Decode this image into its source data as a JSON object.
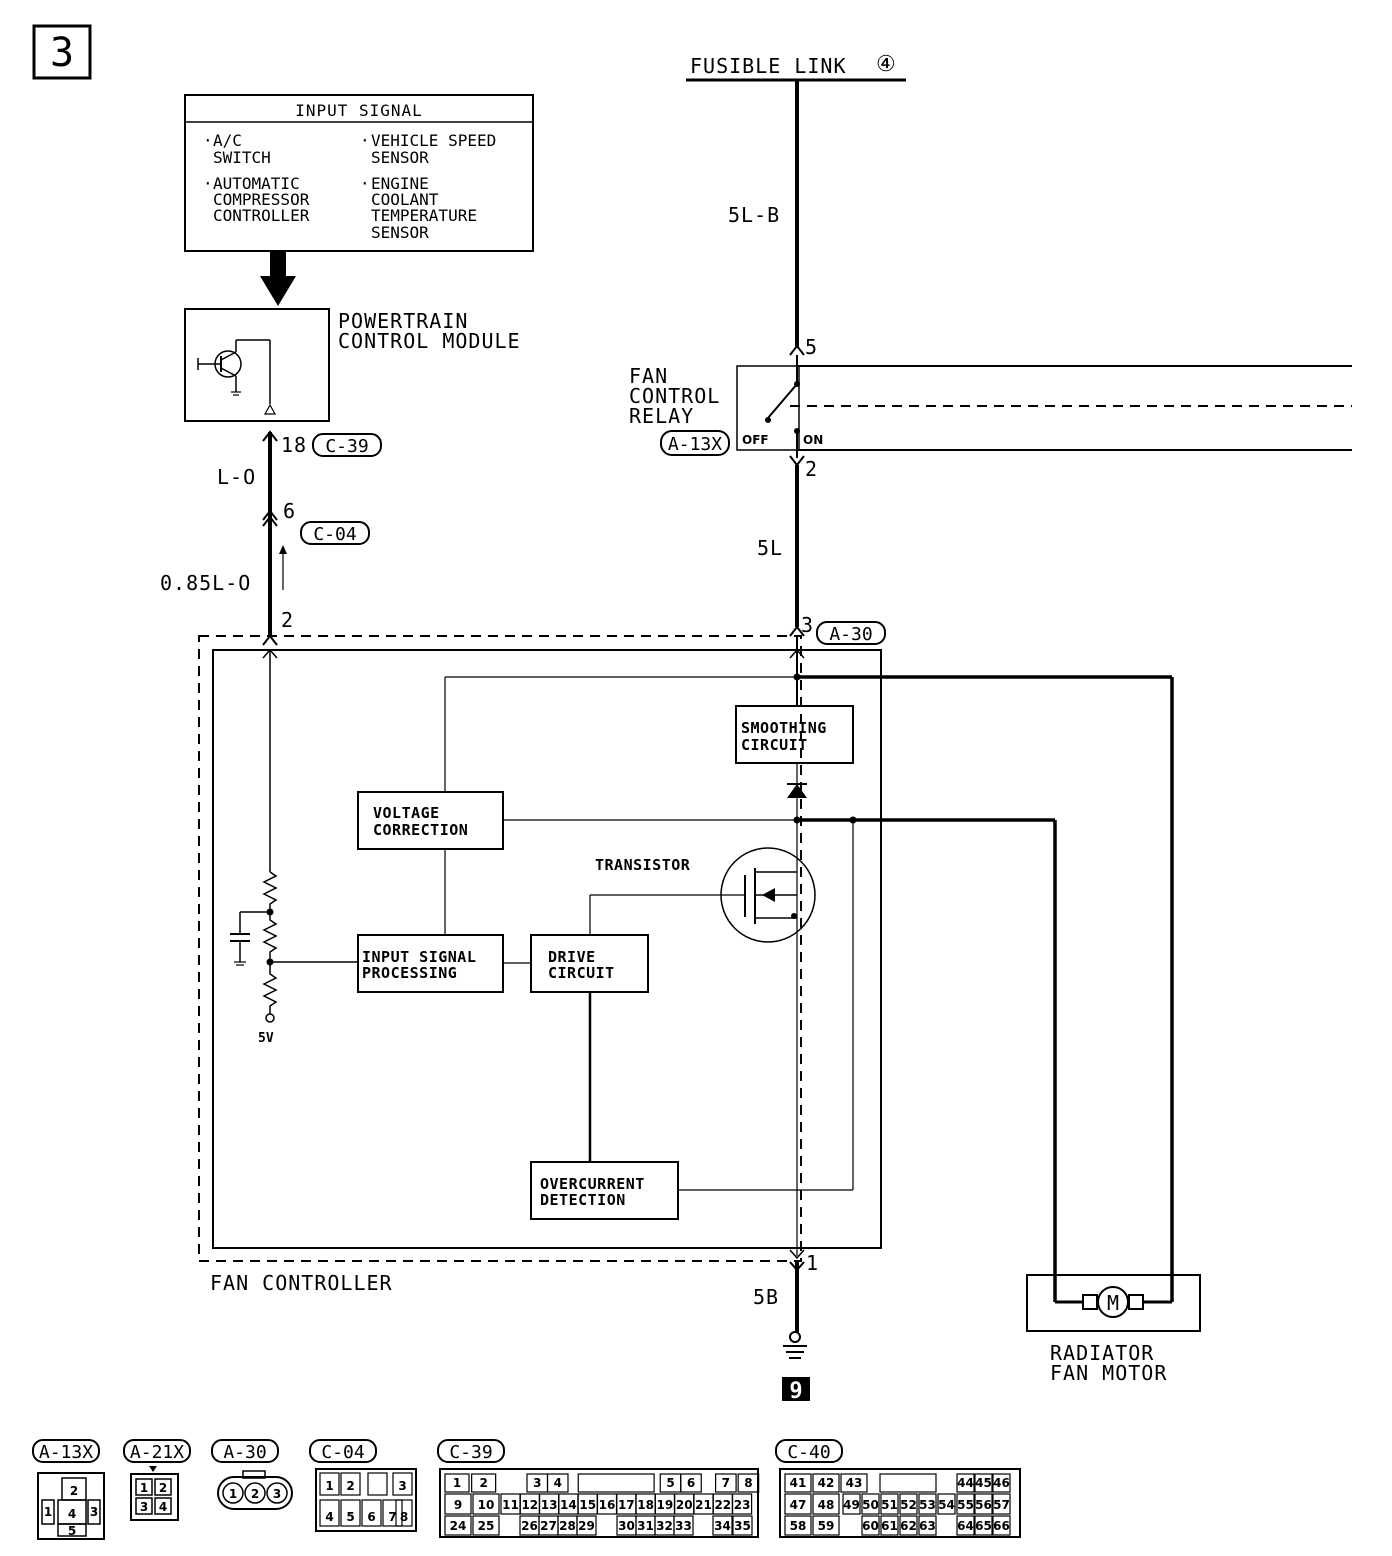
{
  "page_number": "3",
  "fusible_link": "FUSIBLE LINK",
  "fusible_link_num": "④",
  "input_signal": {
    "title": "INPUT SIGNAL",
    "items": [
      {
        "l1": "A/C",
        "l2": "SWITCH",
        "l3": "",
        "l4": ""
      },
      {
        "l1": "VEHICLE SPEED",
        "l2": "SENSOR",
        "l3": "",
        "l4": ""
      },
      {
        "l1": "AUTOMATIC",
        "l2": "COMPRESSOR",
        "l3": "CONTROLLER",
        "l4": ""
      },
      {
        "l1": "ENGINE",
        "l2": "COOLANT",
        "l3": "TEMPERATURE",
        "l4": "SENSOR"
      }
    ]
  },
  "pcm": {
    "line1": "POWERTRAIN",
    "line2": "CONTROL MODULE"
  },
  "relay": {
    "line1": "FAN",
    "line2": "CONTROL",
    "line3": "RELAY",
    "connector": "A-13X",
    "off": "OFF",
    "on": "ON"
  },
  "wires": {
    "w_5lb": "5L-B",
    "w_5l": "5L",
    "w_lo": "L-O",
    "w_085lo": "0.85L-O",
    "w_5b": "5B"
  },
  "pins": {
    "p5": "5",
    "p2_relay": "2",
    "p18": "18",
    "p6": "6",
    "p2_ctrl": "2",
    "p3": "3",
    "p1": "1"
  },
  "connectors": {
    "c39": "C-39",
    "c04": "C-04",
    "a30": "A-30"
  },
  "controller": {
    "name": "FAN CONTROLLER",
    "smoothing": {
      "l1": "SMOOTHING",
      "l2": "CIRCUIT"
    },
    "voltage": {
      "l1": "VOLTAGE",
      "l2": "CORRECTION"
    },
    "input": {
      "l1": "INPUT SIGNAL",
      "l2": "PROCESSING"
    },
    "drive": {
      "l1": "DRIVE",
      "l2": "CIRCUIT"
    },
    "overcurrent": {
      "l1": "OVERCURRENT",
      "l2": "DETECTION"
    },
    "transistor": "TRANSISTOR",
    "v5": "5V"
  },
  "motor": {
    "line1": "RADIATOR",
    "line2": "FAN MOTOR",
    "symbol": "M"
  },
  "ground": "9",
  "connector_views": {
    "a13x": {
      "label": "A-13X",
      "pins": [
        "2",
        "1",
        "4",
        "3",
        "5"
      ]
    },
    "a21x": {
      "label": "A-21X",
      "pins": [
        "1",
        "2",
        "3",
        "4"
      ]
    },
    "a30": {
      "label": "A-30",
      "pins": [
        "1",
        "2",
        "3"
      ]
    },
    "c04": {
      "label": "C-04",
      "pins": [
        "1",
        "2",
        "3",
        "4",
        "5",
        "6",
        "7",
        "8"
      ]
    },
    "c39": {
      "label": "C-39",
      "pins": [
        "1",
        "2",
        "3",
        "4",
        "5",
        "6",
        "7",
        "8",
        "9",
        "10",
        "11",
        "12",
        "13",
        "14",
        "15",
        "16",
        "17",
        "18",
        "19",
        "20",
        "21",
        "22",
        "23",
        "24",
        "25",
        "26",
        "27",
        "28",
        "29",
        "30",
        "31",
        "32",
        "33",
        "34",
        "35"
      ]
    },
    "c40": {
      "label": "C-40",
      "pins": [
        "41",
        "42",
        "43",
        "44",
        "45",
        "46",
        "47",
        "48",
        "49",
        "50",
        "51",
        "52",
        "53",
        "54",
        "55",
        "56",
        "57",
        "58",
        "59",
        "60",
        "61",
        "62",
        "63",
        "64",
        "65",
        "66"
      ]
    }
  }
}
